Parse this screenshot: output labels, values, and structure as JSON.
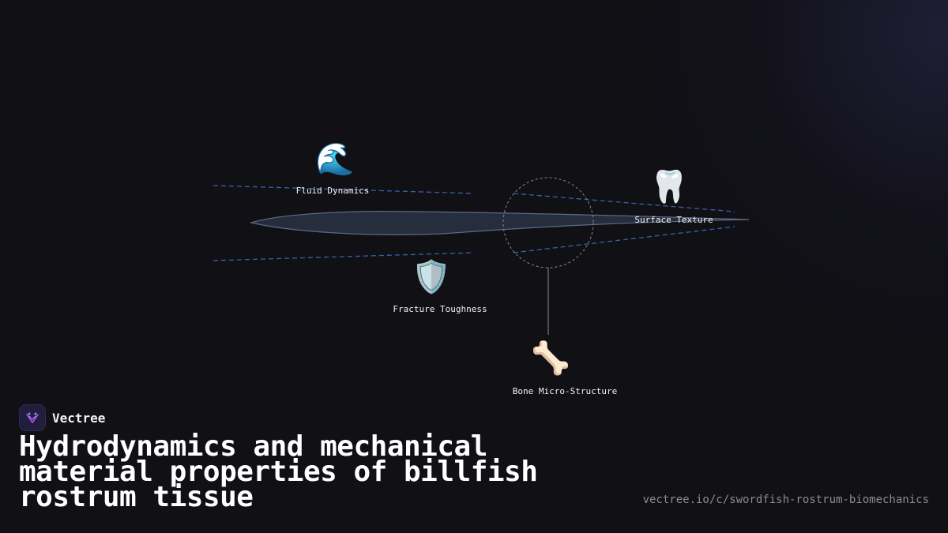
{
  "brand": {
    "name": "Vectree",
    "accent": "#a855f7",
    "logo_icon": "vectree-logo-icon"
  },
  "title": "Hydrodynamics and mechanical material properties of billfish rostrum tissue",
  "url": "vectree.io/c/swordfish-rostrum-biomechanics",
  "diagram": {
    "nodes": [
      {
        "label": "Fluid Dynamics",
        "icon": "🌊",
        "icon_name": "wave-icon"
      },
      {
        "label": "Surface Texture",
        "icon": "🦷",
        "icon_name": "tooth-icon"
      },
      {
        "label": "Fracture Toughness",
        "icon": "🛡️",
        "icon_name": "shield-icon"
      },
      {
        "label": "Bone Micro-Structure",
        "icon": "🦴",
        "icon_name": "bone-icon"
      }
    ],
    "colors": {
      "dashed_lines": "#3b5fae",
      "rostrum_fill": "#2a3344",
      "rostrum_stroke": "#5b6b84",
      "magnifier": "#8a8a95"
    }
  }
}
